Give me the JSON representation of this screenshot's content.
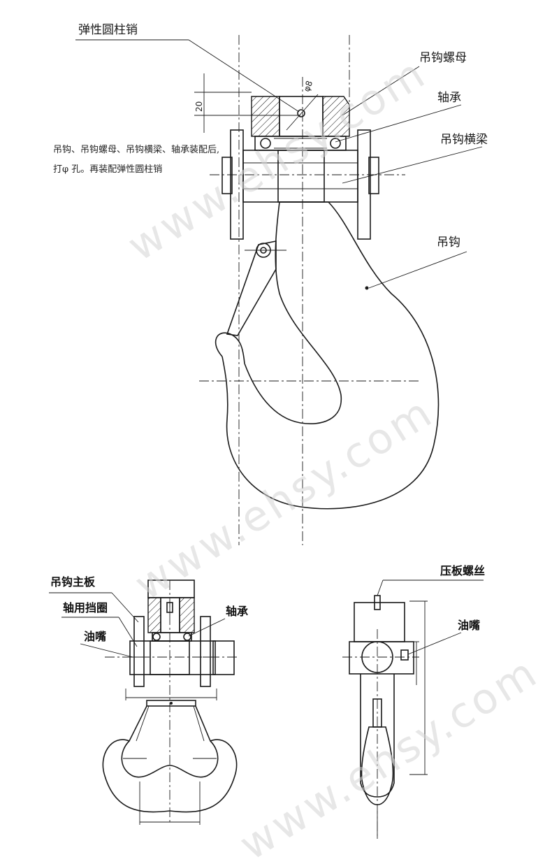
{
  "labels": {
    "elastic_pin": "弹性圆柱销",
    "hook_nut": "吊钩螺母",
    "bearing_top": "轴承",
    "hook_beam": "吊钩横梁",
    "hook": "吊钩",
    "hook_main_plate": "吊钩主板",
    "shaft_retaining_ring": "轴用挡圈",
    "bearing_bottom": "轴承",
    "oil_nipple_left": "油嘴",
    "press_plate_screw": "压板螺丝",
    "oil_nipple_right": "油嘴"
  },
  "note": {
    "line1": "吊钩、吊钩螺母、吊钩横梁、轴承装配后,",
    "line2": "打φ    孔。再装配弹性圆柱销"
  },
  "dimensions": {
    "d20": "20",
    "phi8": "φ8"
  },
  "watermark": {
    "text": "www.ehsy.com"
  }
}
